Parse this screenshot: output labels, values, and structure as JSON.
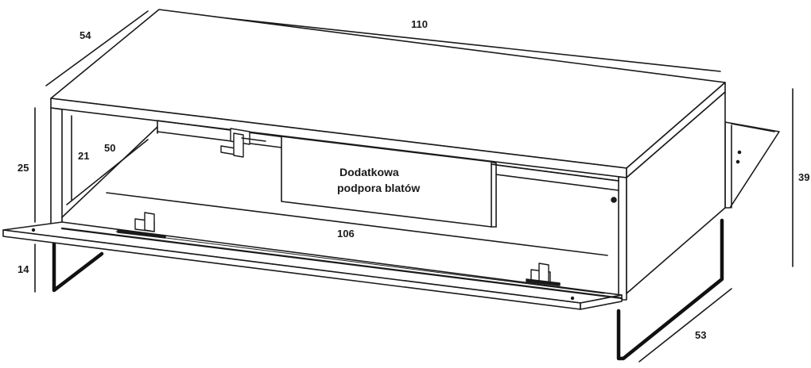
{
  "dimensions": {
    "width_top": "110",
    "depth_top": "54",
    "height_total": "39",
    "base_depth": "53",
    "compartment_height": "25",
    "leg_height": "14",
    "inner_height": "21",
    "inner_depth": "50",
    "inner_width": "106"
  },
  "callout": {
    "line1": "Dodatkowa",
    "line2": "podpora blatów"
  },
  "colors": {
    "stroke": "#1a1a1a",
    "fill": "#ffffff",
    "leg": "#111111"
  }
}
